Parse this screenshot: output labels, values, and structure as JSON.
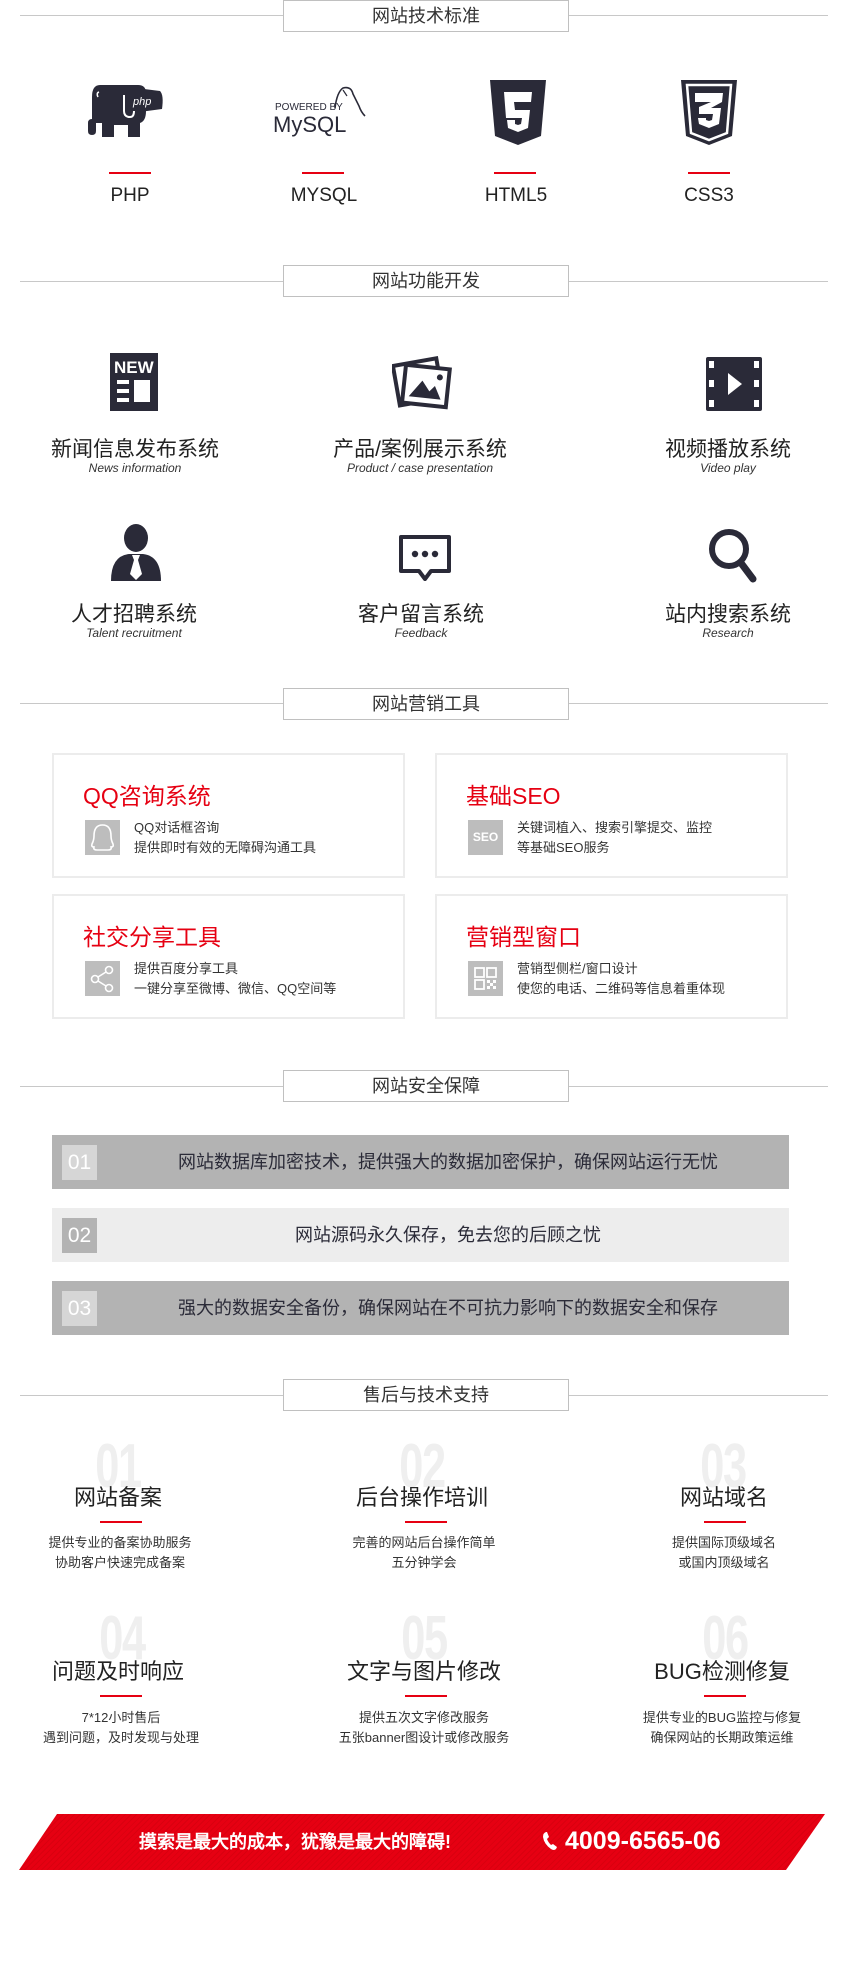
{
  "sections": {
    "tech": {
      "title": "网站技术标准"
    },
    "features": {
      "title": "网站功能开发"
    },
    "marketing": {
      "title": "网站营销工具"
    },
    "security": {
      "title": "网站安全保障"
    },
    "support": {
      "title": "售后与技术支持"
    }
  },
  "tech_items": [
    {
      "label": "PHP",
      "icon": "php-elephant-icon"
    },
    {
      "label": "MYSQL",
      "icon": "mysql-logo-icon",
      "logo_small": "POWERED BY",
      "logo_big": "MySQL"
    },
    {
      "label": "HTML5",
      "icon": "html5-shield-icon"
    },
    {
      "label": "CSS3",
      "icon": "css3-shield-icon"
    }
  ],
  "features": [
    {
      "title": "新闻信息发布系统",
      "subtitle": "News information",
      "icon": "news-icon",
      "icon_text": "NEW"
    },
    {
      "title": "产品/案例展示系统",
      "subtitle": "Product / case presentation",
      "icon": "photos-icon"
    },
    {
      "title": "视频播放系统",
      "subtitle": "Video play",
      "icon": "video-film-icon"
    },
    {
      "title": "人才招聘系统",
      "subtitle": "Talent recruitment",
      "icon": "person-tie-icon"
    },
    {
      "title": "客户留言系统",
      "subtitle": "Feedback",
      "icon": "chat-bubble-icon"
    },
    {
      "title": "站内搜索系统",
      "subtitle": "Research",
      "icon": "search-icon"
    }
  ],
  "marketing_cards": [
    {
      "title": "QQ咨询系统",
      "lines": [
        "QQ对话框咨询",
        "提供即时有效的无障碍沟通工具"
      ],
      "icon": "qq-penguin-icon"
    },
    {
      "title": "基础SEO",
      "lines": [
        "关键词植入、搜索引擎提交、监控",
        "等基础SEO服务"
      ],
      "icon": "seo-icon",
      "icon_text": "SEO"
    },
    {
      "title": "社交分享工具",
      "lines": [
        "提供百度分享工具",
        "一键分享至微博、微信、QQ空间等"
      ],
      "icon": "share-icon"
    },
    {
      "title": "营销型窗口",
      "lines": [
        "营销型侧栏/窗口设计",
        "使您的电话、二维码等信息着重体现"
      ],
      "icon": "qr-code-icon"
    }
  ],
  "security_items": [
    {
      "num": "01",
      "text": "网站数据库加密技术，提供强大的数据加密保护，确保网站运行无忧"
    },
    {
      "num": "02",
      "text": "网站源码永久保存，免去您的后顾之忧"
    },
    {
      "num": "03",
      "text": "强大的数据安全备份，确保网站在不可抗力影响下的数据安全和保存"
    }
  ],
  "support_items": [
    {
      "num": "01",
      "title": "网站备案",
      "lines": [
        "提供专业的备案协助服务",
        "协助客户快速完成备案"
      ]
    },
    {
      "num": "02",
      "title": "后台操作培训",
      "lines": [
        "完善的网站后台操作简单",
        "五分钟学会"
      ]
    },
    {
      "num": "03",
      "title": "网站域名",
      "lines": [
        "提供国际顶级域名",
        "或国内顶级域名"
      ]
    },
    {
      "num": "04",
      "title": "问题及时响应",
      "lines": [
        "7*12小时售后",
        "遇到问题，及时发现与处理"
      ]
    },
    {
      "num": "05",
      "title": "文字与图片修改",
      "lines": [
        "提供五次文字修改服务",
        "五张banner图设计或修改服务"
      ]
    },
    {
      "num": "06",
      "title": "BUG检测修复",
      "lines": [
        "提供专业的BUG监控与修复",
        "确保网站的长期政策运维"
      ]
    }
  ],
  "banner": {
    "slogan": "摸索是最大的成本，犹豫是最大的障碍!",
    "phone": "4009-6565-06",
    "phone_icon": "phone-icon"
  },
  "colors": {
    "accent_red": "#e60012",
    "icon_dark": "#2a2a38",
    "bar_dark": "#b3b3b3",
    "bar_light": "#ededed"
  }
}
